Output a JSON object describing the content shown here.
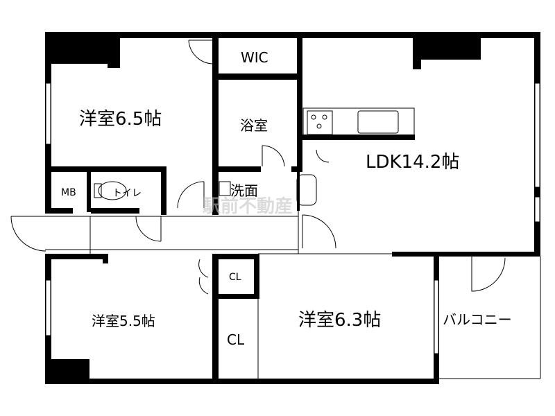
{
  "rooms": {
    "bedroom1": "洋室6.5帖",
    "wic": "WIC",
    "bath": "浴室",
    "ldk": "LDK14.2帖",
    "mb": "MB",
    "toilet": "トイレ",
    "washroom": "洗面",
    "cl1": "CL",
    "cl2": "CL",
    "bedroom2": "洋室5.5帖",
    "bedroom3": "洋室6.3帖",
    "balcony": "バルコニー"
  },
  "watermark": "駅前不動産"
}
